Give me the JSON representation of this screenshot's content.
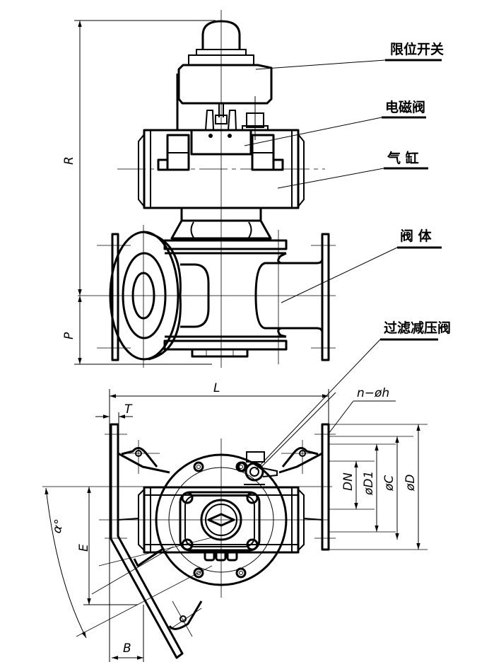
{
  "drawing": {
    "title": "Pneumatic three-way valve assembly drawing",
    "callouts": [
      {
        "id": "limit-switch",
        "label": "限位开关"
      },
      {
        "id": "solenoid-valve",
        "label": "电磁阀"
      },
      {
        "id": "cylinder",
        "label": "气 缸"
      },
      {
        "id": "valve-body",
        "label": "阀 体"
      },
      {
        "id": "filter-regulator",
        "label": "过滤减压阀"
      }
    ],
    "dimensions": {
      "R": "R",
      "P": "P",
      "L": "L",
      "T": "T",
      "n_h": "n−øh",
      "DN": "DN",
      "D1": "øD1",
      "C": "øC",
      "D": "øD",
      "E": "E",
      "alpha": "α°",
      "B": "B"
    }
  }
}
